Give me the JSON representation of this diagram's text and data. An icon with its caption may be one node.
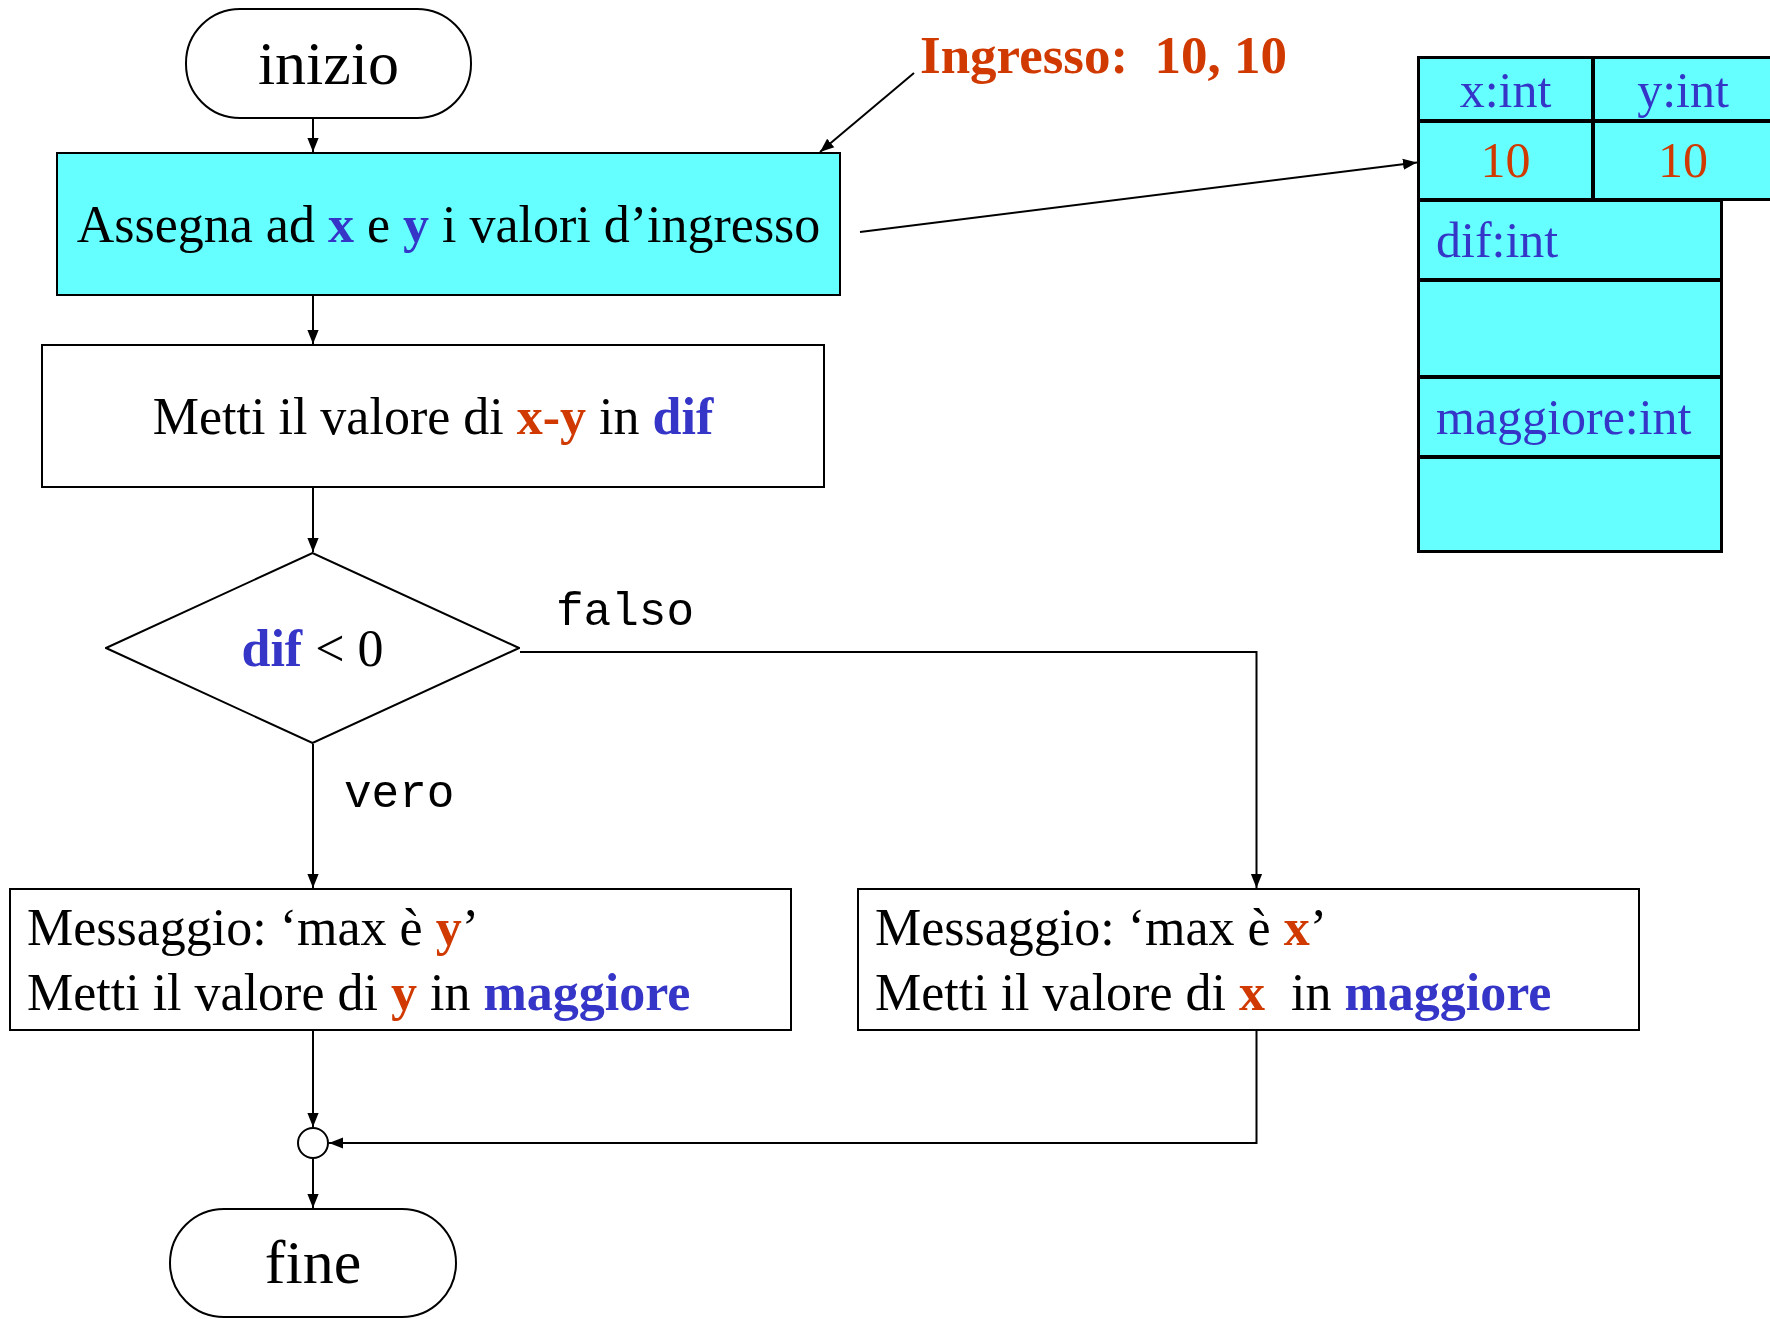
{
  "diagram": {
    "nodes": [
      {
        "text": [
          "inizio"
        ]
      },
      {
        "text": [
          "Assegna ad **x** e **y** i valori d’ingresso"
        ]
      },
      {
        "text": [
          "Metti il valore di **x-y** in **dif**"
        ]
      },
      {
        "text": [
          "**dif** < 0"
        ]
      },
      {
        "text": [
          "Messaggio: ‘max è **y**’",
          "Metti il valore di **y** in **maggiore**"
        ]
      },
      {
        "text": [
          "Messaggio: ‘max è **x**’",
          "Metti il valore di **x**  in **maggiore**"
        ]
      },
      {
        "text": [],
        "shape": "circle"
      },
      {
        "text": [
          "fine"
        ]
      },
      {
        "text": [
          "Ingresso:  10, 10"
        ]
      },
      {
        "text": [
          "x:int"
        ]
      },
      {
        "text": [
          "y:int"
        ]
      },
      {
        "text": [
          "10"
        ]
      },
      {
        "text": [
          "10"
        ]
      },
      {
        "text": [
          "dif:int"
        ]
      },
      {
        "text": [],
        "shape": "box"
      },
      {
        "text": [
          "maggiore:int"
        ]
      },
      {
        "text": [],
        "shape": "box"
      }
    ],
    "edges": [
      {
        "from": 0,
        "to": 1,
        "arrow": "to"
      },
      {
        "from": 1,
        "to": 2,
        "arrow": "to"
      },
      {
        "from": 2,
        "to": 3,
        "arrow": "to"
      },
      {
        "from": 3,
        "to": 4,
        "label": "vero",
        "arrow": "to"
      },
      {
        "from": 3,
        "to": 5,
        "label": "falso",
        "arrow": "to"
      },
      {
        "from": 4,
        "to": 6,
        "arrow": "to"
      },
      {
        "from": 5,
        "to": 6,
        "arrow": "to"
      },
      {
        "from": 6,
        "to": 7,
        "arrow": "to"
      },
      {
        "from": 8,
        "to": 1,
        "arrow": "to"
      },
      {
        "from": 1,
        "to": 11,
        "arrow": "to"
      }
    ]
  }
}
